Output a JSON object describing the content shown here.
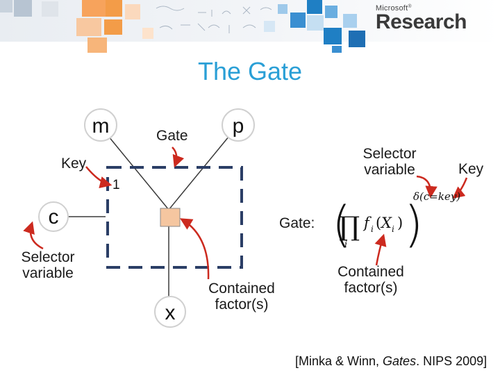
{
  "branding": {
    "company": "Microsoft",
    "product": "Research",
    "tm": "®"
  },
  "slide": {
    "title": "The Gate"
  },
  "nodes": {
    "m": "m",
    "p": "p",
    "c": "c",
    "x": "x"
  },
  "edge_labels": {
    "one": "1"
  },
  "annotations": {
    "gate": "Gate",
    "key_left": "Key",
    "key_right": "Key",
    "selector_right": "Selector variable",
    "selector_left": "Selector variable",
    "contained_left": "Contained factor(s)",
    "contained_right": "Contained factor(s)",
    "gate_formula_label": "Gate:"
  },
  "formula": {
    "delta": "δ(c=key)",
    "product": "∏",
    "index": "i",
    "factor": "f",
    "factor_sub": "i",
    "arg": "X",
    "arg_sub": "i"
  },
  "citation": {
    "prefix": "[Minka & Winn, ",
    "italic": "Gates",
    "suffix": ". NIPS 2009]"
  },
  "colors": {
    "title": "#2a9fd6",
    "gate_factor": "#f5c6a0",
    "dash_box": "#2b3e66",
    "arrows": "#cc2a1f",
    "banner_orange": "#f39c48",
    "banner_blue": "#1f7fc4"
  }
}
